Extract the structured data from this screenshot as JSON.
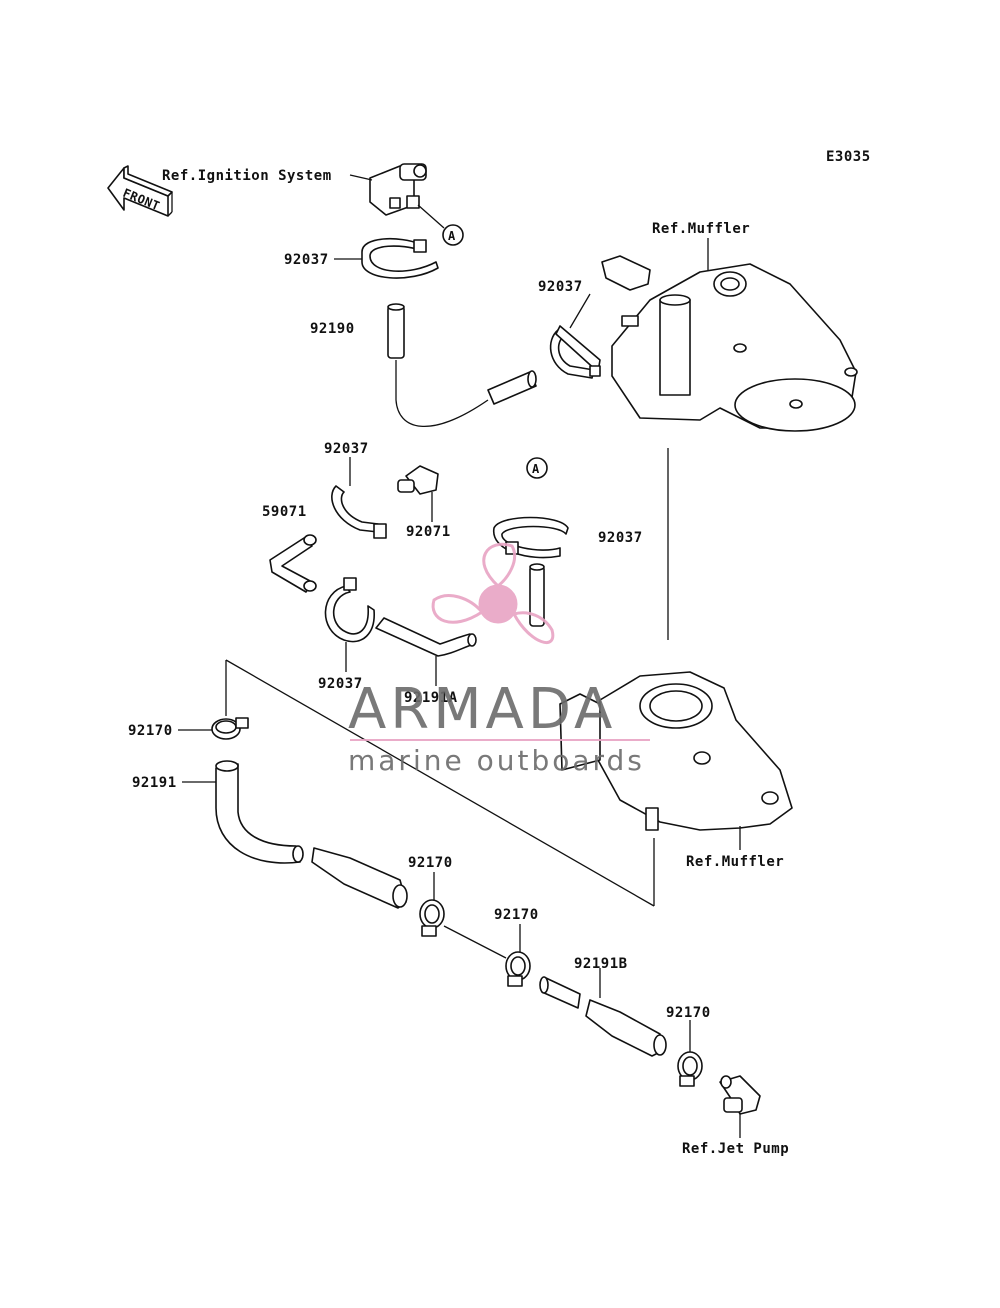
{
  "diagram_code": "E3035",
  "front_badge": "FRONT",
  "watermark": {
    "brand": "ARMADA",
    "tagline": "marine outboards",
    "accent_color": "#e8a4c4"
  },
  "labels": {
    "ref_ignition": "Ref.Ignition System",
    "ref_muffler_top": "Ref.Muffler",
    "ref_muffler_bottom": "Ref.Muffler",
    "ref_jet_pump": "Ref.Jet Pump",
    "marker_a": "A",
    "p92037_a": "92037",
    "p92037_b": "92037",
    "p92037_c": "92037",
    "p92037_d": "92037",
    "p92037_e": "92037",
    "p92190": "92190",
    "p59071": "59071",
    "p92071": "92071",
    "p92191a": "92191A",
    "p92170_a": "92170",
    "p92170_b": "92170",
    "p92170_c": "92170",
    "p92170_d": "92170",
    "p92191": "92191",
    "p92191b": "92191B"
  }
}
